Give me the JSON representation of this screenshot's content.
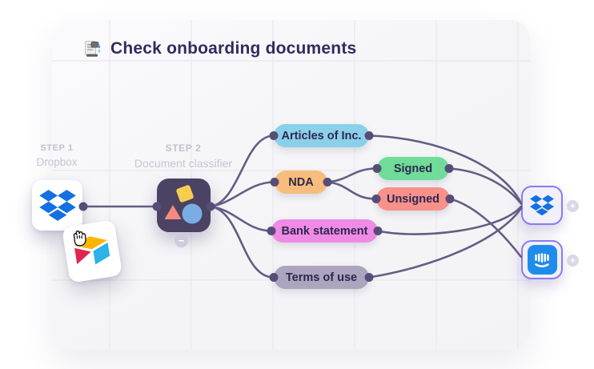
{
  "header": {
    "title": "Check onboarding documents"
  },
  "canvas": {
    "steps": [
      {
        "step_label": "STEP 1",
        "name": "Dropbox"
      },
      {
        "step_label": "STEP 2",
        "name": "Document classifier"
      }
    ],
    "pills": {
      "articles": {
        "label": "Articles of Inc.",
        "color": "#8BD0EA"
      },
      "nda": {
        "label": "NDA",
        "color": "#F8BD7C"
      },
      "signed": {
        "label": "Signed",
        "color": "#6FDD99"
      },
      "unsigned": {
        "label": "Unsigned",
        "color": "#F7918A"
      },
      "bank": {
        "label": "Bank statement",
        "color": "#F08BE5"
      },
      "terms": {
        "label": "Terms of use",
        "color": "#ACA5BD"
      }
    },
    "edges": [
      {
        "from": "dropbox-source",
        "to": "document-classifier"
      },
      {
        "from": "document-classifier",
        "to": "articles"
      },
      {
        "from": "document-classifier",
        "to": "nda"
      },
      {
        "from": "document-classifier",
        "to": "bank"
      },
      {
        "from": "document-classifier",
        "to": "terms"
      },
      {
        "from": "nda",
        "to": "signed"
      },
      {
        "from": "nda",
        "to": "unsigned"
      },
      {
        "from": "articles",
        "to": "dropbox-output"
      },
      {
        "from": "signed",
        "to": "dropbox-output"
      },
      {
        "from": "bank",
        "to": "dropbox-output"
      },
      {
        "from": "terms",
        "to": "dropbox-output"
      },
      {
        "from": "unsigned",
        "to": "intercom-output"
      }
    ],
    "buttons": {
      "collapse_label": "−",
      "add_label": "+"
    },
    "colors": {
      "edge": "#655C84",
      "port_dot": "#564D77",
      "classifier_bg": "#4B4264",
      "title_text": "#332B5F",
      "step_label": "#C4BFD0",
      "node_border": "#8B7BEC",
      "dropbox_blue": "#1270E3",
      "intercom_blue": "#1F8CEB"
    }
  }
}
